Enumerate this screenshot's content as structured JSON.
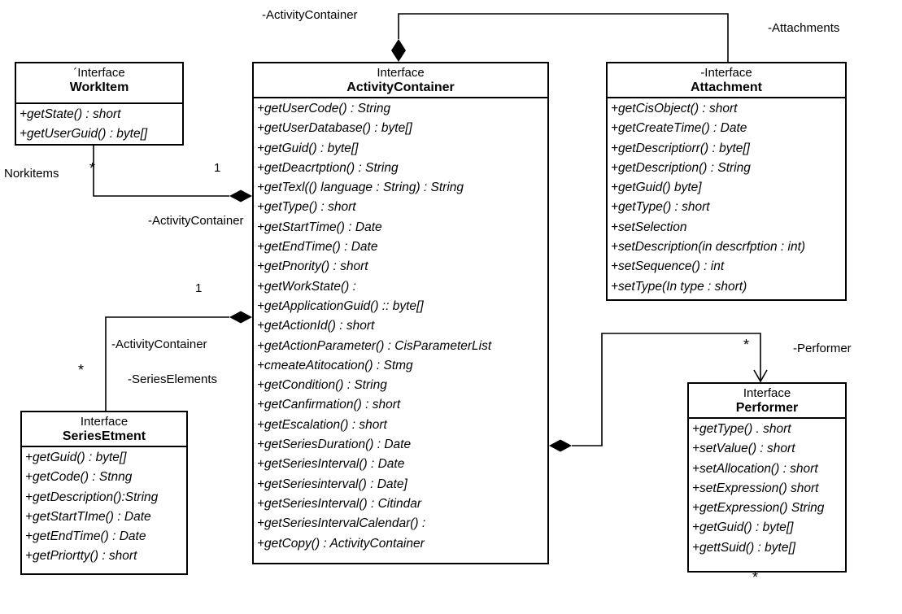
{
  "classes": {
    "workitem": {
      "stereotype": "´Interface",
      "name": "WorkItem",
      "methods": [
        "+getState() : short",
        "+getUserGuid() : byte[]"
      ]
    },
    "activity_container": {
      "stereotype": "Interface",
      "name": "ActivityContainer",
      "methods": [
        "+getUserCode() : String",
        "+getUserDatabase() : byte[]",
        "+getGuid() : byte[]",
        "+getDeacrtption() : String",
        "+getTexl(() language : String) : String",
        "+getType() : short",
        "+getStartTime() : Date",
        "+getEndTime() : Date",
        "+getPnority() : short",
        "+getWorkState() :",
        "+getApplicationGuid() :: byte[]",
        "+getActionId() : short",
        "+getActionParameter() : CisParameterList",
        "+cmeateAtitocation() : Stmg",
        "+getCondition() : String",
        "+getCanfirmation() : short",
        "+getEscalation() : short",
        "+getSeriesDuration() : Date",
        "+getSeriesInterval() : Date",
        "+getSeriesinterval() : Date]",
        "+getSeriesInterval() : Citindar",
        "+getSeriesIntervalCalendar() :",
        "+getCopy() : ActivityContainer"
      ]
    },
    "attachment": {
      "stereotype": "-Interface",
      "name": "Attachment",
      "methods": [
        "+getCisObject() : short",
        "+getCreateTime() : Date",
        "+getDescriptiorr() : byte[]",
        "+getDescription() : String",
        "+getGuid()  byte]",
        "+getType() : short",
        "+setSelection",
        "+setDescription(in descrfption : int)",
        "+setSequence() : int",
        "+setType(In type : short)"
      ]
    },
    "series_etment": {
      "stereotype": "Interface",
      "name": "SeriesEtment",
      "methods": [
        "+getGuid() : byte[]",
        "+getCode() : Stnng",
        "+getDescription():String",
        "+getStartTIme() : Date",
        "+getEndTime() : Date",
        "+getPriortty() : short"
      ]
    },
    "performer": {
      "stereotype": "Interface",
      "name": "Performer",
      "methods": [
        "+getType() . short",
        "+setValue() : short",
        "+setAllocation() : short",
        "+setExpression() short",
        "+getExpression() String",
        "+getGuid() : byte[]",
        "+gettSuid() : byte[]"
      ]
    }
  },
  "labels": {
    "activity_container_top": "-ActivityContainer",
    "attachments": "-Attachments",
    "workitems": "Norkitems",
    "mult_star_workitem": "*",
    "mult_one_workitem": "1",
    "activity_container_workitem": "-ActivityContainer",
    "mult_one_series": "1",
    "activity_container_series": "-ActivityContainer",
    "series_elements": "-SeriesElements",
    "mult_star_series": "*",
    "mult_star_performer": "*",
    "performer": "-Performer",
    "mult_star_performer_bottom": "*"
  }
}
